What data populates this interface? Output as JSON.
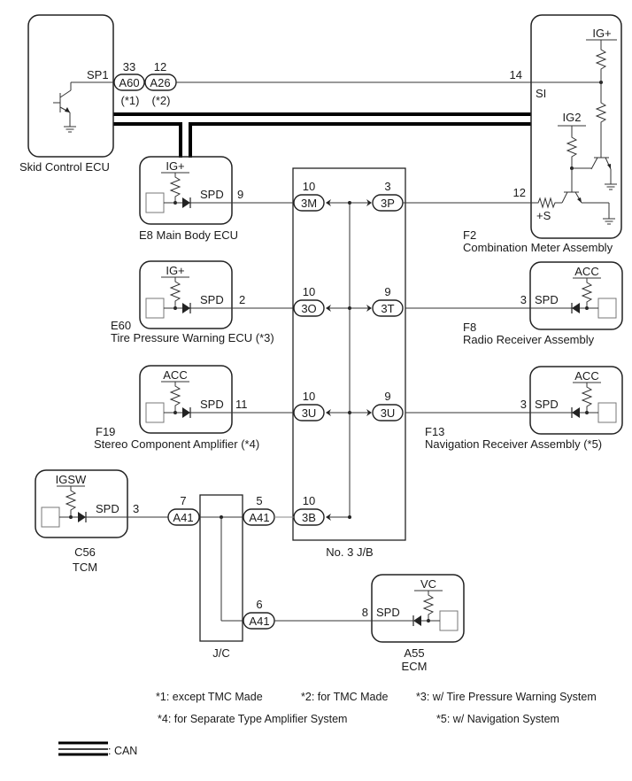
{
  "diagram": {
    "components": {
      "skid_control": {
        "name": "Skid Control ECU",
        "terminal": "SP1"
      },
      "combination_meter": {
        "code": "F2",
        "name": "Combination Meter Assembly",
        "pin_si": "14",
        "terminal_si": "SI",
        "pin_s": "12",
        "terminal_s": "+S",
        "supply_top": "IG+",
        "supply_mid": "IG2"
      },
      "main_body": {
        "code": "E8",
        "name": "E8 Main Body ECU",
        "supply": "IG+",
        "terminal": "SPD",
        "pin": "9"
      },
      "tire_pressure": {
        "code": "E60",
        "name": "Tire Pressure Warning ECU (*3)",
        "supply": "IG+",
        "terminal": "SPD",
        "pin": "2"
      },
      "stereo_amp": {
        "code": "F19",
        "name": "Stereo Component Amplifier (*4)",
        "supply": "ACC",
        "terminal": "SPD",
        "pin": "11"
      },
      "radio_receiver": {
        "code": "F8",
        "name": "Radio Receiver Assembly",
        "supply": "ACC",
        "terminal": "SPD",
        "pin": "3"
      },
      "navigation_receiver": {
        "code": "F13",
        "name": "Navigation Receiver Assembly (*5)",
        "supply": "ACC",
        "terminal": "SPD",
        "pin": "3"
      },
      "tcm": {
        "code": "C56",
        "name": "TCM",
        "supply": "IGSW",
        "terminal": "SPD",
        "pin": "3"
      },
      "ecm": {
        "code": "A55",
        "name": "ECM",
        "supply": "VC",
        "terminal": "SPD",
        "pin": "8"
      },
      "junction_block": {
        "name": "No. 3 J/B"
      },
      "junction_connector": {
        "name": "J/C"
      }
    },
    "connectors": {
      "a60": {
        "label": "A60",
        "pin": "33",
        "note": "(*1)"
      },
      "a26": {
        "label": "A26",
        "pin": "12",
        "note": "(*2)"
      },
      "jb_3m": {
        "label": "3M",
        "pin": "10"
      },
      "jb_3p": {
        "label": "3P",
        "pin": "3"
      },
      "jb_3o": {
        "label": "3O",
        "pin": "10"
      },
      "jb_3t": {
        "label": "3T",
        "pin": "9"
      },
      "jb_3u_left": {
        "label": "3U",
        "pin": "10"
      },
      "jb_3u_right": {
        "label": "3U",
        "pin": "9"
      },
      "jb_3b": {
        "label": "3B",
        "pin": "10"
      },
      "jc_a41_in": {
        "label": "A41",
        "pin": "7"
      },
      "jc_a41_out": {
        "label": "A41",
        "pin": "5"
      },
      "jc_a41_ecm": {
        "label": "A41",
        "pin": "6"
      }
    },
    "notes": [
      "*1: except TMC Made",
      "*2: for TMC Made",
      "*3: w/ Tire Pressure Warning System",
      "*4: for Separate Type Amplifier System",
      "*5: w/ Navigation System"
    ],
    "legend": {
      "can_label": ": CAN"
    }
  }
}
